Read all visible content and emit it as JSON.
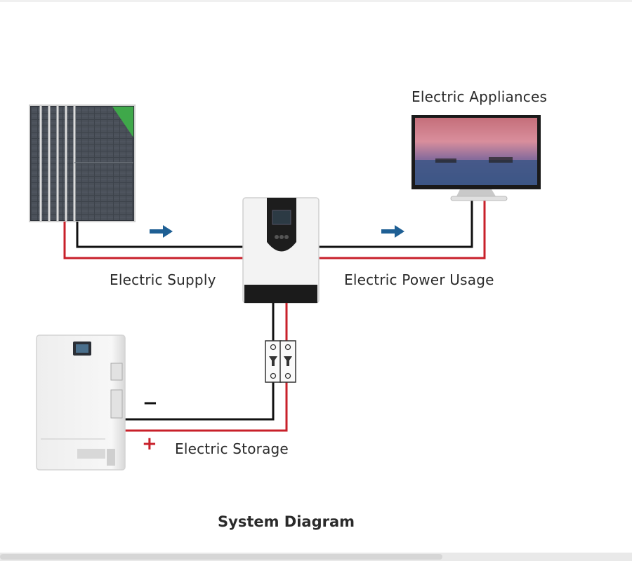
{
  "labels": {
    "appliances": "Electric Appliances",
    "supply": "Electric Supply",
    "usage": "Electric Power Usage",
    "storage": "Electric Storage",
    "negative": "−",
    "positive": "+"
  },
  "title": "System Diagram",
  "colors": {
    "wire_black": "#111111",
    "wire_red": "#c8202a",
    "arrow_blue": "#1e5f94",
    "inverter_body": "#f2f2f2",
    "inverter_panel": "#1c1c1c",
    "panel_cell": "#3a3f47"
  },
  "components": [
    "solar-panels",
    "inverter",
    "tv-appliance",
    "battery-storage",
    "breaker-switch"
  ]
}
